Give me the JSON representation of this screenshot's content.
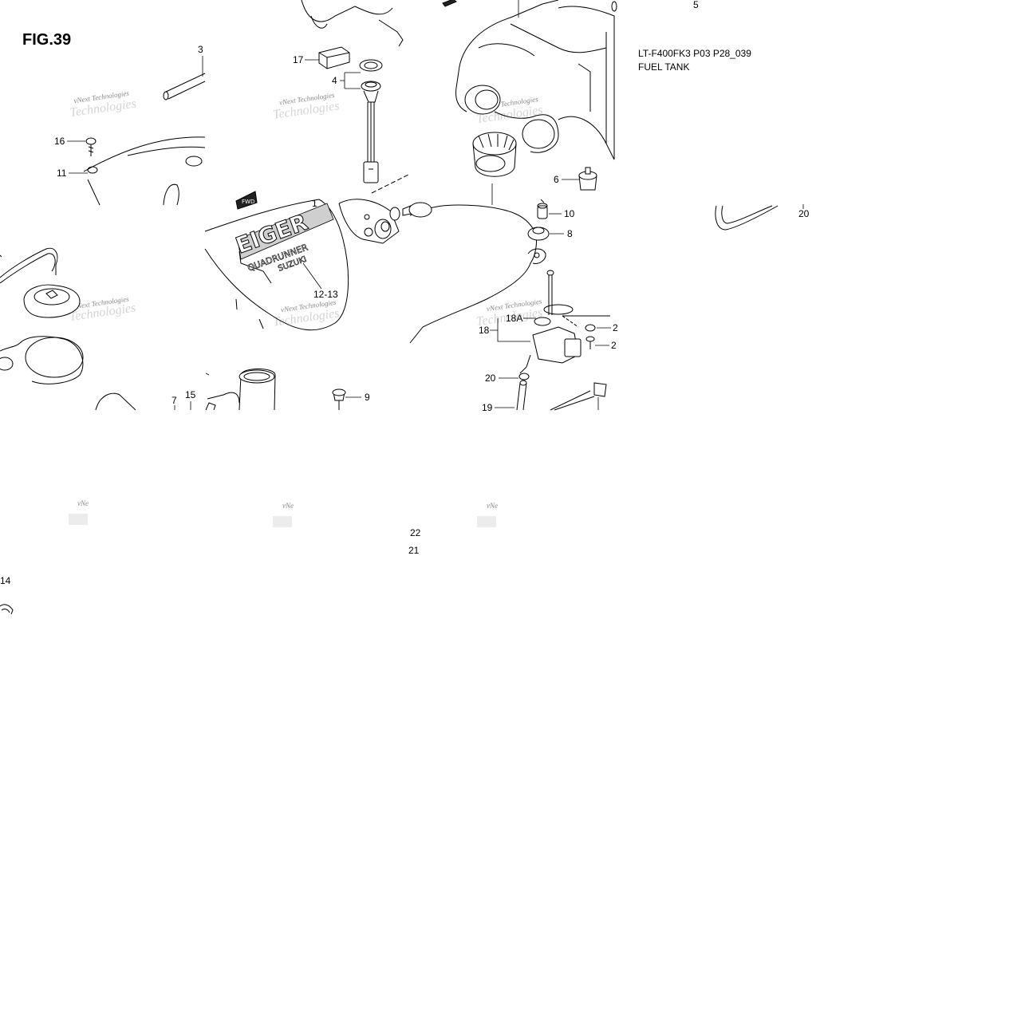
{
  "figure": {
    "title": "FIG.39",
    "model_code": "LT-F400FK3 P03 P28_039",
    "section_name": "FUEL TANK"
  },
  "watermark": {
    "line1": "vNext Technologies",
    "line2": "Technologies",
    "fragment": "vNe"
  },
  "graphic_text": {
    "decal_main": "EIGER",
    "decal_sub": "QUADRUNNER",
    "decal_brand": "SUZUKI",
    "fwd_arrow": "FWD"
  },
  "callouts": [
    {
      "id": "c5",
      "label": "5"
    },
    {
      "id": "c3",
      "label": "3"
    },
    {
      "id": "c17",
      "label": "17"
    },
    {
      "id": "c4",
      "label": "4"
    },
    {
      "id": "c16",
      "label": "16"
    },
    {
      "id": "c11",
      "label": "11"
    },
    {
      "id": "c1",
      "label": "1"
    },
    {
      "id": "c6",
      "label": "6"
    },
    {
      "id": "c10",
      "label": "10"
    },
    {
      "id": "c8",
      "label": "8"
    },
    {
      "id": "c20a",
      "label": "20"
    },
    {
      "id": "c1213",
      "label": "12-13"
    },
    {
      "id": "c18a",
      "label": "18A"
    },
    {
      "id": "c18",
      "label": "18"
    },
    {
      "id": "c2a",
      "label": "2"
    },
    {
      "id": "c2b",
      "label": "2"
    },
    {
      "id": "c20b",
      "label": "20"
    },
    {
      "id": "c7",
      "label": "7"
    },
    {
      "id": "c15",
      "label": "15"
    },
    {
      "id": "c9",
      "label": "9"
    },
    {
      "id": "c19",
      "label": "19"
    },
    {
      "id": "c22",
      "label": "22"
    },
    {
      "id": "c21",
      "label": "21"
    },
    {
      "id": "c14",
      "label": "14"
    }
  ]
}
